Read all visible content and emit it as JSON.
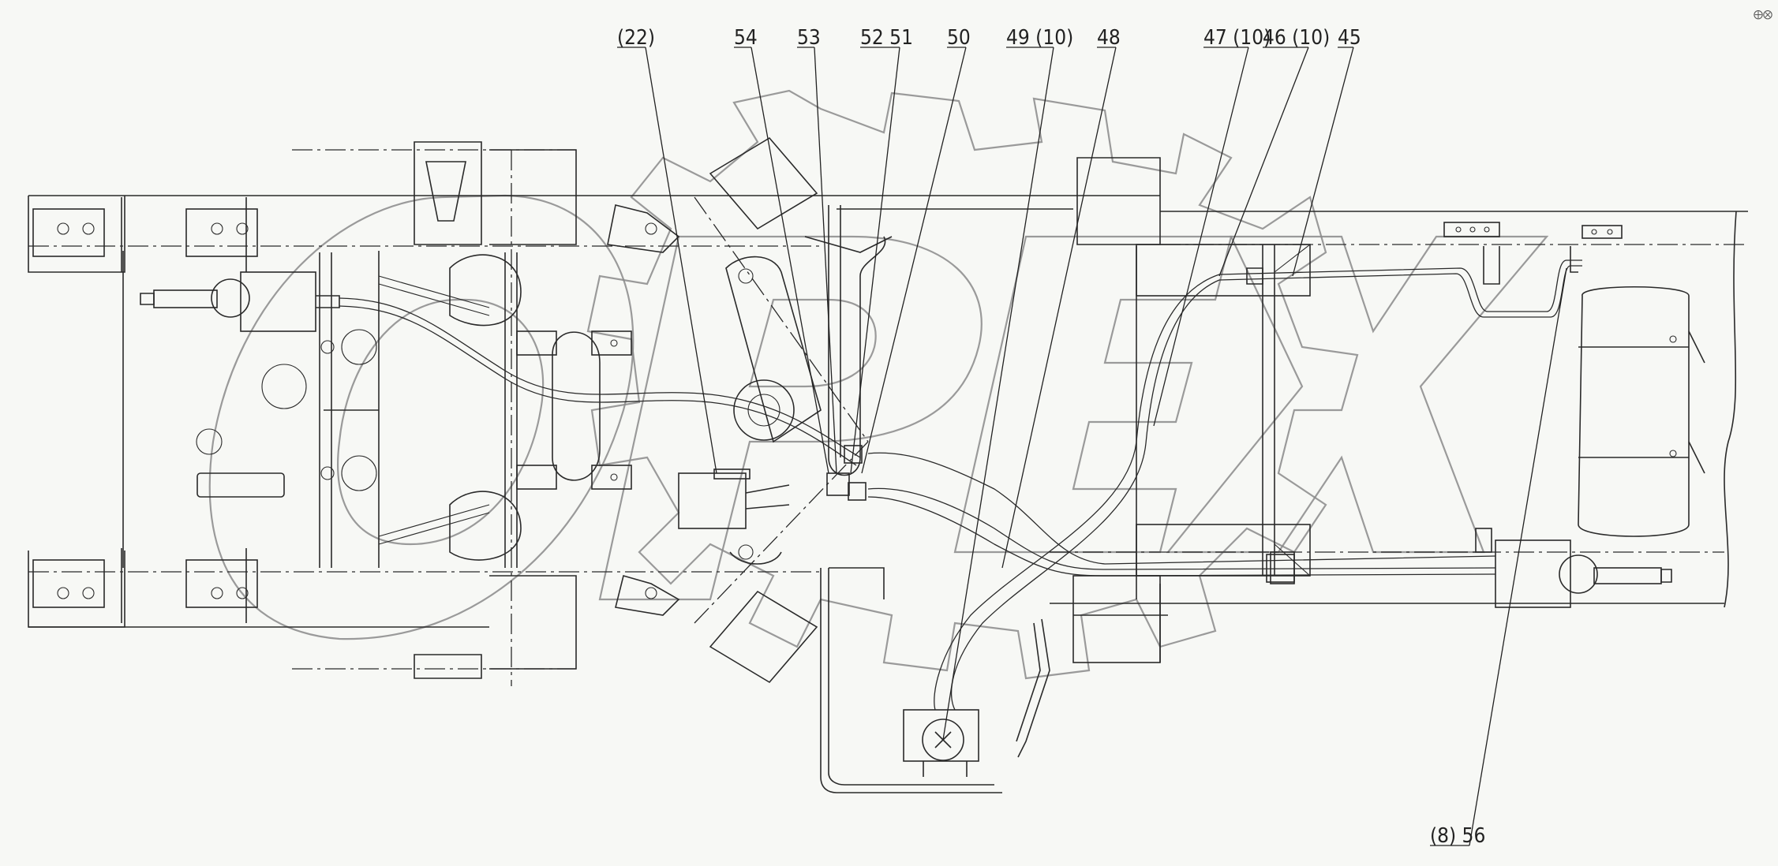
{
  "drawing": {
    "title": "",
    "watermark_text": "OPEX",
    "corner_mark": "⨁⨂"
  },
  "callouts": [
    {
      "id": "c22",
      "label": "(22)"
    },
    {
      "id": "c54",
      "label": "54"
    },
    {
      "id": "c53",
      "label": "53"
    },
    {
      "id": "c5251",
      "label": "52 51"
    },
    {
      "id": "c50",
      "label": "50"
    },
    {
      "id": "c49",
      "label": "49 (10)"
    },
    {
      "id": "c48",
      "label": "48"
    },
    {
      "id": "c47",
      "label": "47 (10)"
    },
    {
      "id": "c46",
      "label": "46 (10)"
    },
    {
      "id": "c45",
      "label": "45"
    },
    {
      "id": "c856",
      "label": "(8) 56"
    }
  ]
}
